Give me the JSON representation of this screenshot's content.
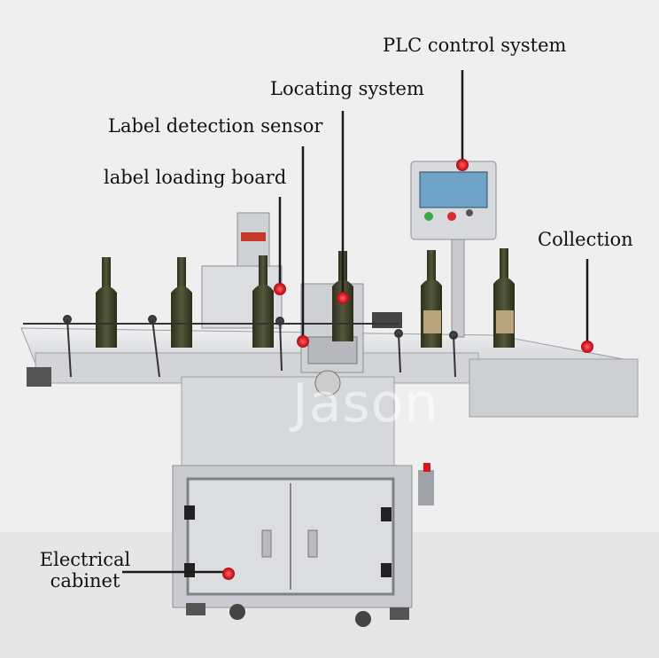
{
  "callouts": {
    "plc": "PLC control system",
    "locating": "Locating system",
    "label_detection": "Label detection sensor",
    "label_loading": "label loading board",
    "collection": "Collection",
    "electrical_line1": "Electrical",
    "electrical_line2": "cabinet"
  },
  "watermark": "Jason",
  "colors": {
    "marker": "#e0202a",
    "leader": "#1a1a1a",
    "machine": "#d9dadd",
    "bottle": "#3d3f28"
  }
}
